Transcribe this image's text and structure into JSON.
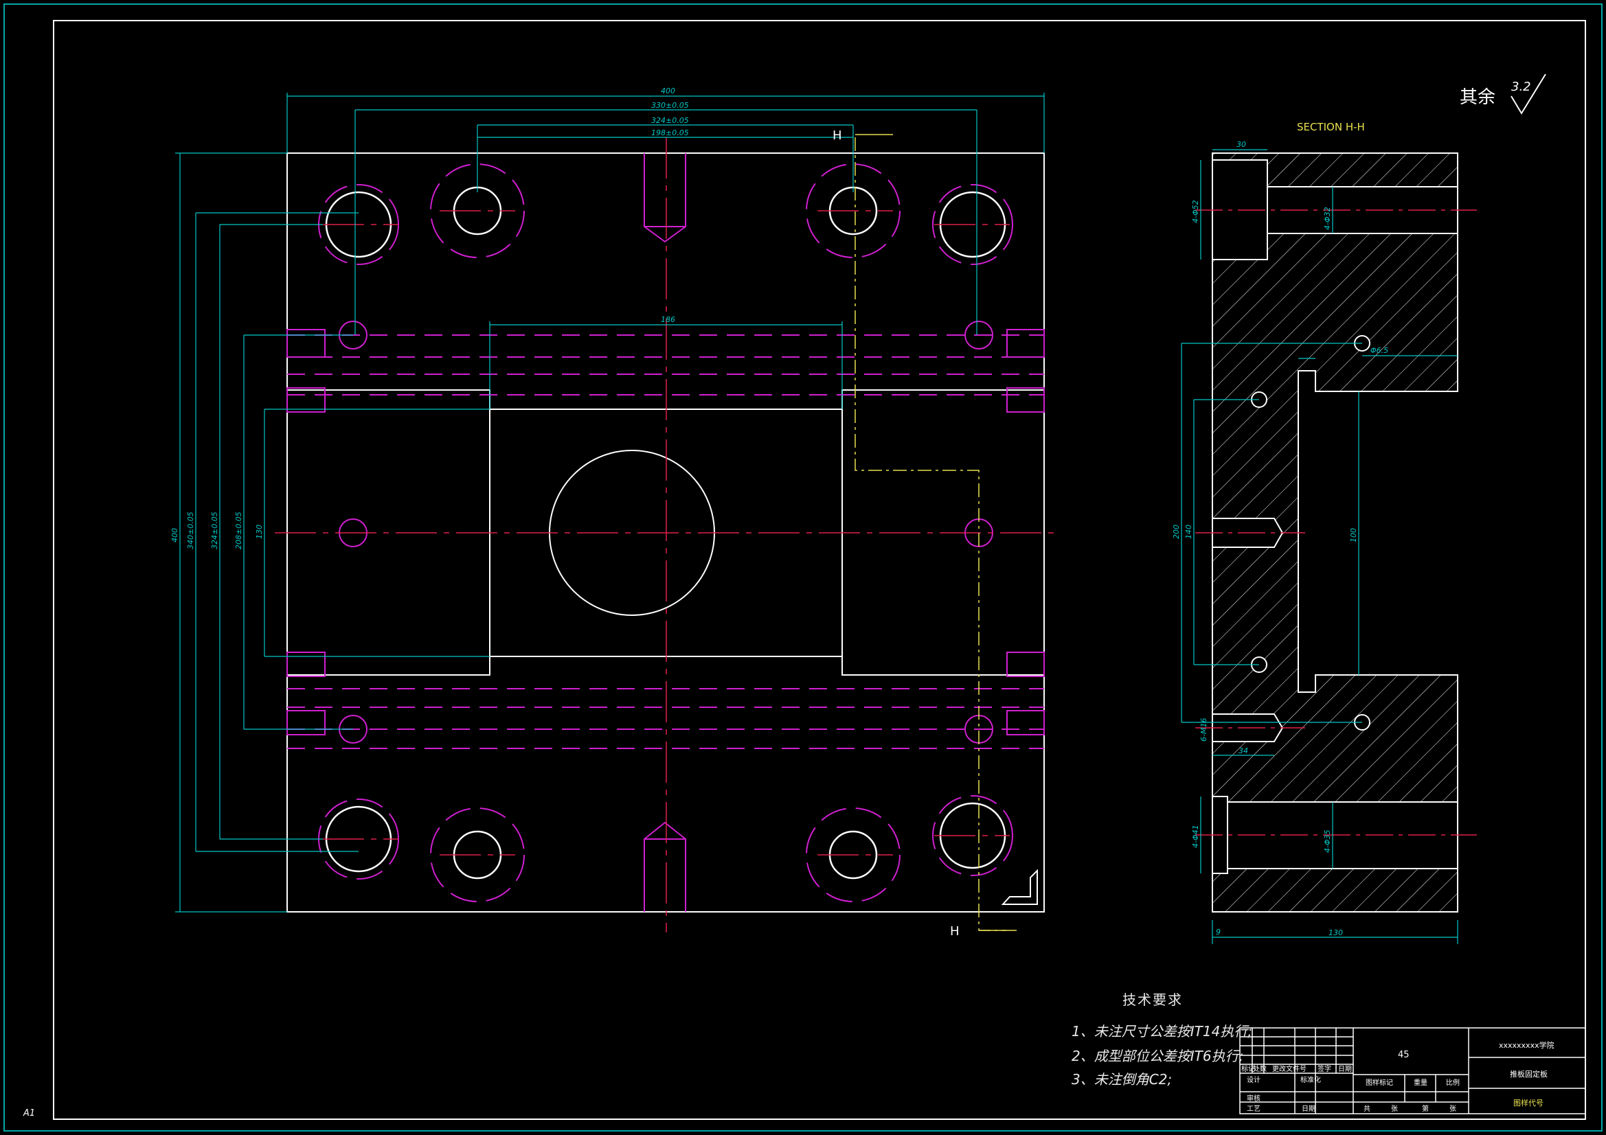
{
  "drawing": {
    "surface_finish": {
      "label": "其余",
      "value": "3.2"
    },
    "section": {
      "title": "SECTION H-H",
      "marker": "H"
    },
    "sheet_size": "A1",
    "plan_dims": {
      "width_400": "400",
      "d330": "330±0.05",
      "d324": "324±0.05",
      "d198": "198±0.05",
      "d186": "186",
      "height_400": "400",
      "v340": "340±0.05",
      "v324": "324±0.05",
      "v208": "208±0.05",
      "v130": "130"
    },
    "section_dims": {
      "s30": "30",
      "phi52": "4-Φ52",
      "phi32": "4-Φ32",
      "phi6": "Φ6.5",
      "s200": "200",
      "s140": "140",
      "m16": "6-M16",
      "s34": "34",
      "phi41": "4-Φ41",
      "phi35": "4-Φ35",
      "s9": "9",
      "s130": "130",
      "h100": "100"
    }
  },
  "notes": {
    "title": "技术要求",
    "items": [
      "1、未注尺寸公差按IT14执行;",
      "2、成型部位公差按IT6执行;",
      "3、未注倒角C2;"
    ]
  },
  "title_block": {
    "material": "45",
    "school": "xxxxxxxxx学院",
    "part_name": "推板固定板",
    "drawing_code": "图样代号",
    "mark_label": "标记",
    "count_label": "处数",
    "file_label": "更改文件号",
    "sign_label": "签字",
    "date_label": "日期",
    "design_label": "设计",
    "standard_label": "标准化",
    "review_label": "审核",
    "process_label": "工艺",
    "date2_label": "日期",
    "stage_label": "图样标记",
    "weight_label": "重量",
    "scale_label": "比例",
    "total_label": "共",
    "sheet_label": "张",
    "page_label": "第",
    "page2_label": "张"
  },
  "colors": {
    "outline": "#ffffff",
    "dimension": "#00c8c8",
    "centerline": "#e0204a",
    "hidden": "#d020d0",
    "frame": "#ffffff",
    "yellow": "#e8e050"
  }
}
